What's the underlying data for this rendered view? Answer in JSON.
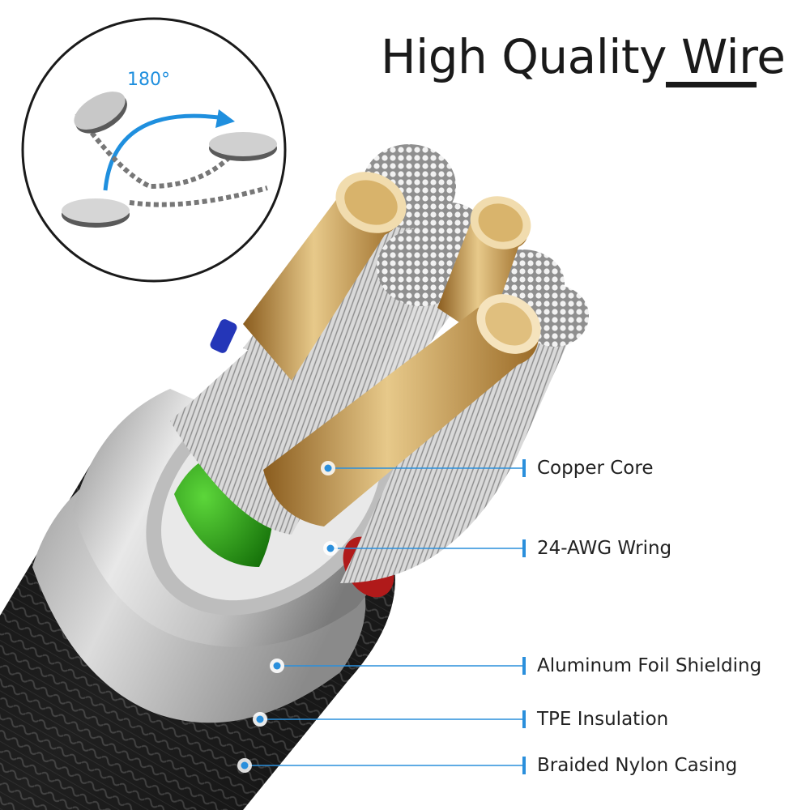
{
  "title": {
    "plain": "High Quality ",
    "underlined": "Wire"
  },
  "inset": {
    "angle_label": "180°"
  },
  "callouts": [
    {
      "label": "Copper Core"
    },
    {
      "label": "24-AWG Wring"
    },
    {
      "label": "Aluminum Foil Shielding"
    },
    {
      "label": "TPE Insulation"
    },
    {
      "label": "Braided Nylon Casing"
    }
  ],
  "colors": {
    "accent_blue": "#2a8fdc",
    "copper": "#c9a05a",
    "insulation_green": "#2f9e1d",
    "foil_silver": "#c8c8c8",
    "text": "#1a1a1a"
  }
}
